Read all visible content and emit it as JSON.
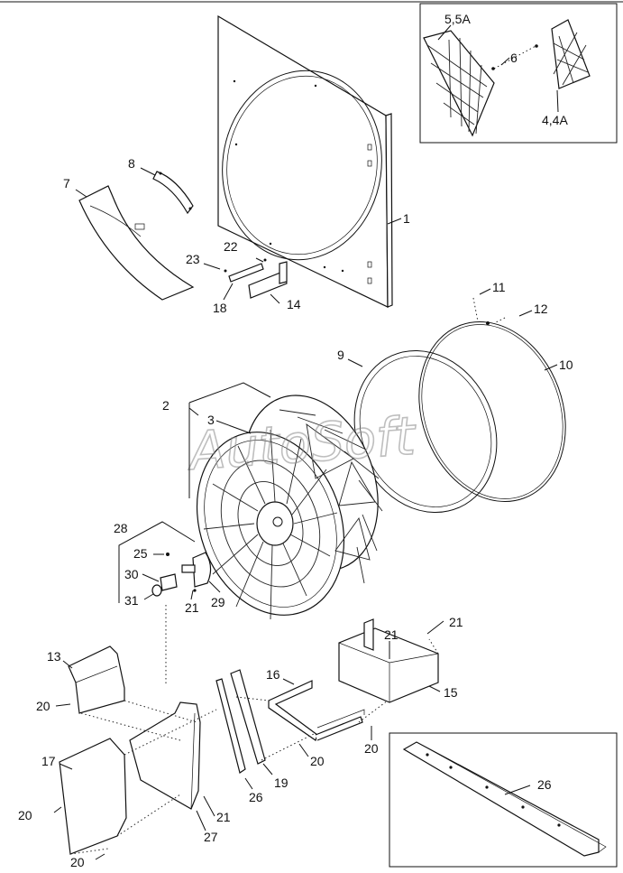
{
  "watermark": "AutoSoft",
  "callouts": {
    "c1": "1",
    "c2": "2",
    "c3": "3",
    "c4": "4,4A",
    "c5": "5,5A",
    "c6": "6",
    "c7": "7",
    "c8": "8",
    "c9": "9",
    "c10": "10",
    "c11": "11",
    "c12": "12",
    "c13": "13",
    "c14": "14",
    "c15": "15",
    "c16": "16",
    "c17": "17",
    "c18": "18",
    "c19": "19",
    "c20a": "20",
    "c20b": "20",
    "c20c": "20",
    "c20d": "20",
    "c20e": "20",
    "c21a": "21",
    "c21b": "21",
    "c21c": "21",
    "c21d": "21",
    "c22": "22",
    "c23": "23",
    "c25": "25",
    "c26a": "26",
    "c26b": "26",
    "c27": "27",
    "c28": "28",
    "c29": "29",
    "c30": "30",
    "c31": "31"
  }
}
